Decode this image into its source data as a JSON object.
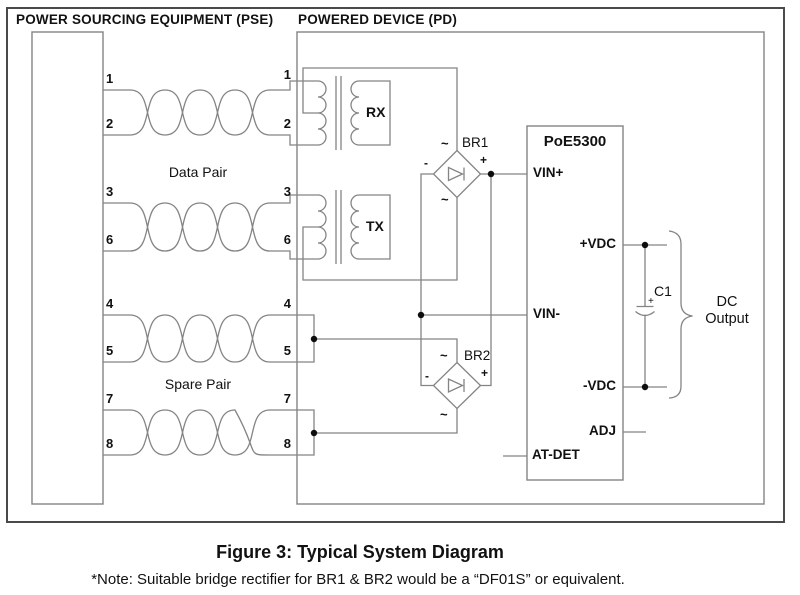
{
  "headers": {
    "pse": "POWER SOURCING EQUIPMENT (PSE)",
    "pd": "POWERED DEVICE (PD)"
  },
  "pairs": {
    "data_label": "Data Pair",
    "spare_label": "Spare Pair",
    "pair1": {
      "a": "1",
      "b": "2"
    },
    "pair2": {
      "a": "3",
      "b": "6"
    },
    "pair3": {
      "a": "4",
      "b": "5"
    },
    "pair4": {
      "a": "7",
      "b": "8"
    }
  },
  "transformers": {
    "rx": "RX",
    "tx": "TX"
  },
  "bridges": {
    "br1": "BR1",
    "br2": "BR2",
    "ac": "~",
    "plus": "+",
    "minus": "-"
  },
  "chip": {
    "name": "PoE5300",
    "pin_vin_plus": "VIN+",
    "pin_vin_minus": "VIN-",
    "pin_vdc_plus": "+VDC",
    "pin_vdc_minus": "-VDC",
    "pin_adj": "ADJ",
    "pin_at_det": "AT-DET"
  },
  "output": {
    "cap": "C1",
    "cap_polarity": "+",
    "dc_line1": "DC",
    "dc_line2": "Output"
  },
  "caption": "Figure 3: Typical System Diagram",
  "note": "*Note: Suitable bridge rectifier for BR1 & BR2 would be a “DF01S” or equivalent.",
  "colors": {
    "wire": "#848484",
    "border": "#4a4a4a",
    "text": "#111111"
  }
}
